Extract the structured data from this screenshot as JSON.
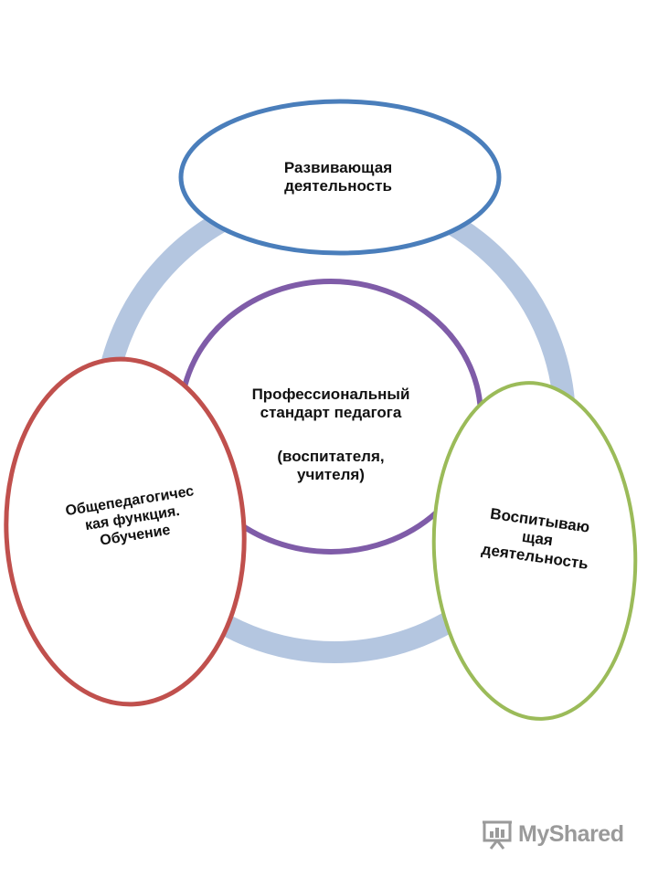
{
  "diagram": {
    "top_node": "Развивающая\nдеятельность",
    "center_node_line1": "Профессиональный\nстандарт  педагога",
    "center_node_line2": "(воспитателя,\nучителя)",
    "left_node": "Общепедагогичес\nкая функция.\nОбучение",
    "right_node": "Воспитываю\nщая\nдеятельность"
  },
  "colors": {
    "ring": "#b4c6e0",
    "top_border": "#4a7ebb",
    "center_border": "#7f5ca8",
    "left_border": "#c0504d",
    "right_border": "#9bbb59"
  },
  "watermark": {
    "text": "MyShared",
    "icon": "presentation-board-icon"
  }
}
